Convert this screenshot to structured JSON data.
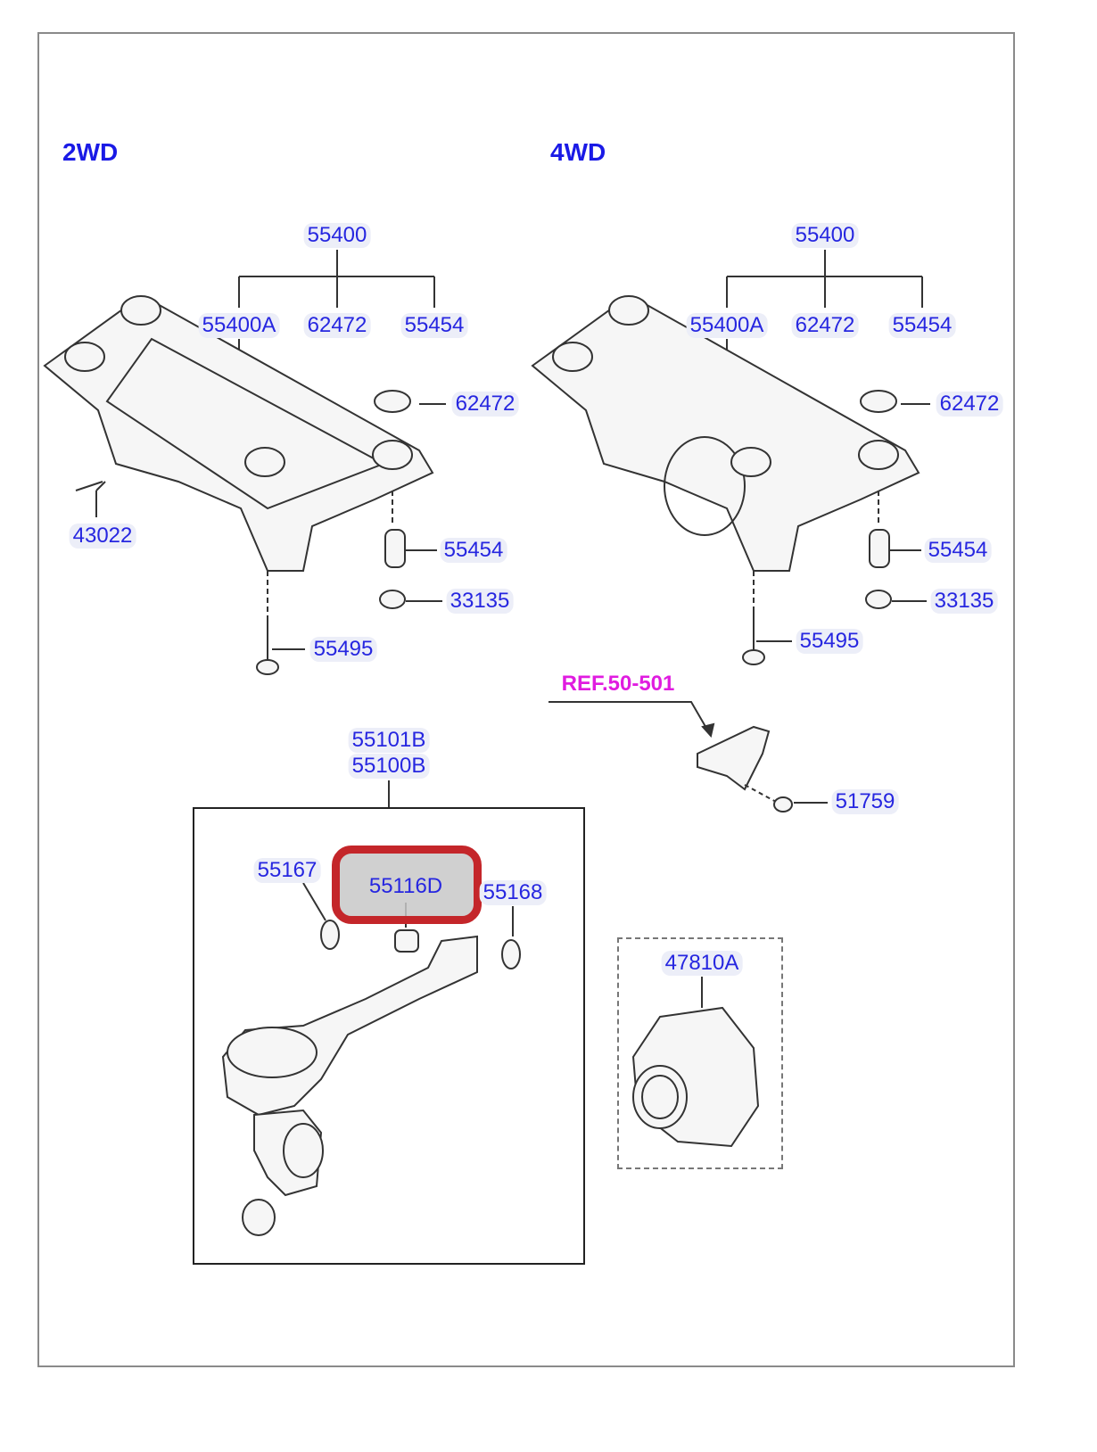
{
  "sections": {
    "left_title": "2WD",
    "right_title": "4WD"
  },
  "parts_2wd": {
    "assembly": "55400",
    "sub_1": "55400A",
    "sub_2": "62472",
    "sub_3": "55454",
    "bushing_cap": "62472",
    "bolt_side": "43022",
    "sleeve": "55454",
    "nut": "33135",
    "long_bolt": "55495"
  },
  "parts_4wd": {
    "assembly": "55400",
    "sub_1": "55400A",
    "sub_2": "62472",
    "sub_3": "55454",
    "bushing_cap": "62472",
    "sleeve": "55454",
    "nut": "33135",
    "long_bolt": "55495"
  },
  "reference": {
    "label": "REF.50-501",
    "nut": "51759"
  },
  "arm": {
    "part_1": "55101B",
    "part_2": "55100B",
    "washer_left": "55167",
    "bushing_highlighted": "55116D",
    "washer_right": "55168"
  },
  "differential": {
    "part": "47810A"
  },
  "colors": {
    "part_number": "#2626e0",
    "reference": "#e01ce0",
    "highlight_border": "#c4262a"
  }
}
